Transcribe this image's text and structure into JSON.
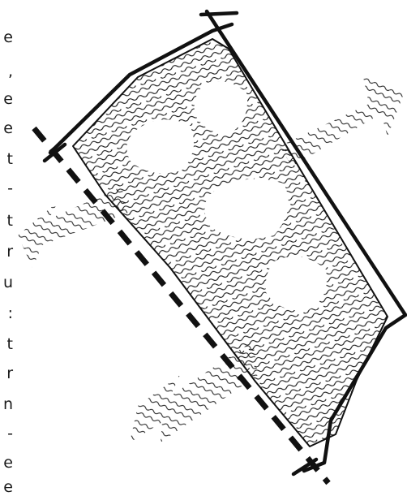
{
  "margin_glyphs": [
    "e",
    ",",
    "e",
    "e",
    "t",
    "-",
    "t",
    "r",
    "u",
    ":",
    "t",
    "r",
    "n",
    "-",
    "e",
    "e"
  ],
  "colors": {
    "ink": "#111111",
    "paper": "#ffffff"
  }
}
